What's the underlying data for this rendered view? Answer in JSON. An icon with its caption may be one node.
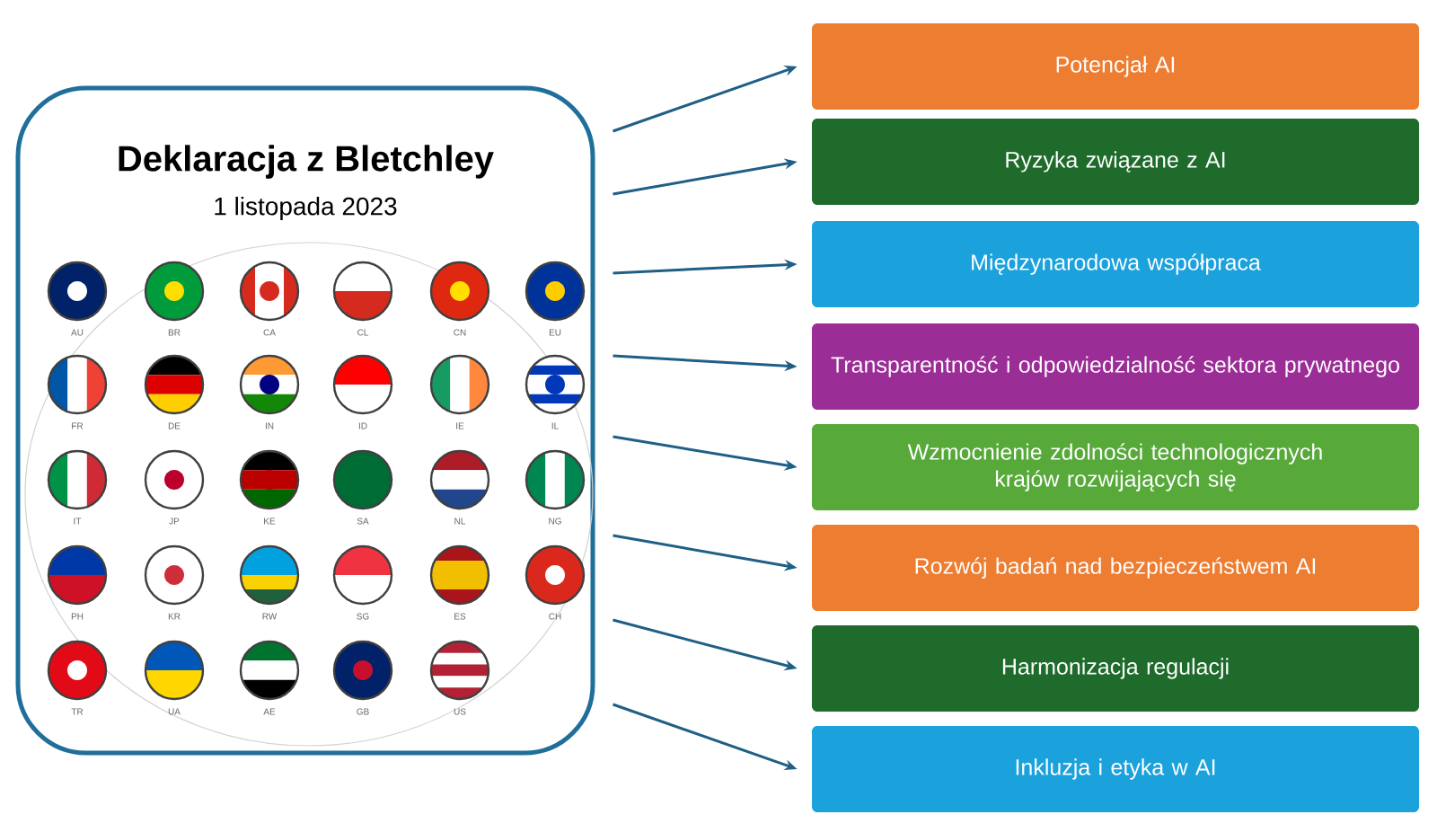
{
  "diagram": {
    "nodes": [
      {
        "text": [
          "Deklaracja z Bletchley",
          "1 listopada 2023"
        ]
      },
      {
        "text": [
          "Potencjał AI"
        ]
      },
      {
        "text": [
          "Ryzyka związane z AI"
        ]
      },
      {
        "text": [
          "Międzynarodowa współpraca"
        ]
      },
      {
        "text": [
          "Transparentność i odpowiedzialność sektora prywatnego"
        ]
      },
      {
        "text": [
          "Wzmocnienie zdolności technologicznych krajów rozwijających się"
        ]
      },
      {
        "text": [
          "Rozwój badań nad bezpieczeństwem AI"
        ]
      },
      {
        "text": [
          "Harmonizacja regulacji"
        ]
      },
      {
        "text": [
          "Inkluzja i etyka w AI"
        ]
      }
    ],
    "edges": [
      {
        "from": 0,
        "to": 1,
        "arrow": "to"
      },
      {
        "from": 0,
        "to": 2,
        "arrow": "to"
      },
      {
        "from": 0,
        "to": 3,
        "arrow": "to"
      },
      {
        "from": 0,
        "to": 4,
        "arrow": "to"
      },
      {
        "from": 0,
        "to": 5,
        "arrow": "to"
      },
      {
        "from": 0,
        "to": 6,
        "arrow": "to"
      },
      {
        "from": 0,
        "to": 7,
        "arrow": "to"
      },
      {
        "from": 0,
        "to": 8,
        "arrow": "to"
      }
    ],
    "labels": [
      "AU",
      "BR",
      "CA",
      "CL",
      "CN",
      "EU",
      "FR",
      "DE",
      "IN",
      "ID",
      "IE",
      "IL",
      "IT",
      "JP",
      "KE",
      "SA",
      "NL",
      "NG",
      "PH",
      "KR",
      "RW",
      "SG",
      "ES",
      "CH",
      "TR",
      "UA",
      "AE",
      "GB",
      "US"
    ]
  }
}
